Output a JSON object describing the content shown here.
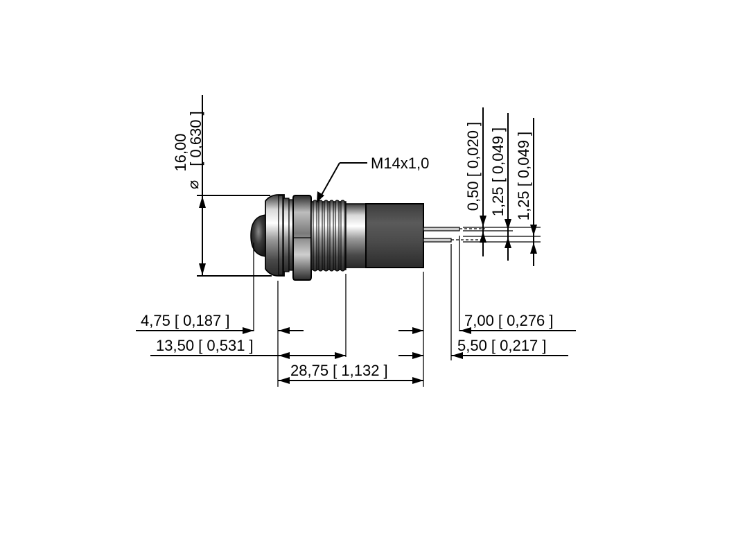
{
  "thread_label": "M14x1,0",
  "dimensions": {
    "diameter_symbol": "⌀",
    "diameter_mm": "16,00",
    "diameter_in": "[ 0,630 ]",
    "head_length": "4,75 [ 0,187 ]",
    "thread_length": "13,50 [ 0,531 ]",
    "body_length": "28,75 [ 1,132 ]",
    "pin_length_long": "7,00 [ 0,276 ]",
    "pin_length_short": "5,50 [ 0,217 ]",
    "pin_thickness": "0,50 [ 0,020 ]",
    "pin_spacing_1": "1,25 [ 0,049 ]",
    "pin_spacing_2": "1,25 [ 0,049 ]"
  }
}
